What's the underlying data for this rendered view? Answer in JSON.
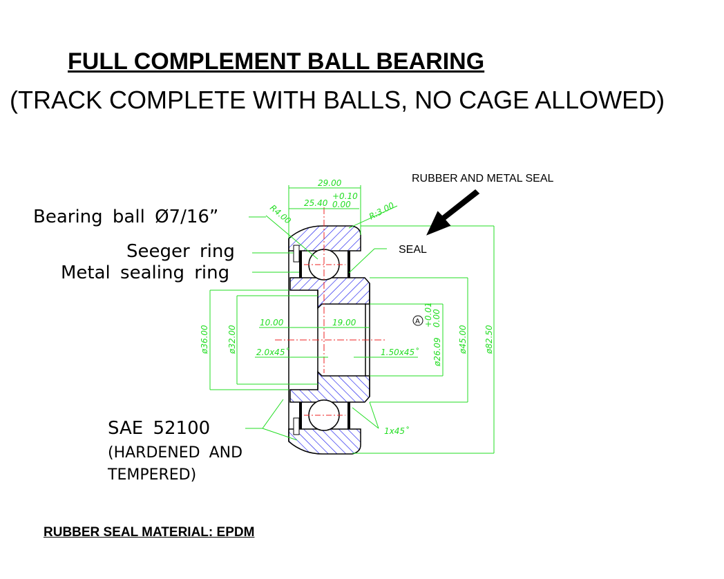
{
  "title": "FULL COMPLEMENT BALL BEARING",
  "subtitle": "(TRACK COMPLETE WITH BALLS, NO CAGE ALLOWED)",
  "callouts": {
    "ball": "Bearing ball Ø7/16”",
    "seeger": "Seeger ring",
    "metal": "Metal sealing ring",
    "sae": "SAE 52100",
    "hardened1": "(HARDENED AND",
    "hardened2": "TEMPERED)",
    "rubber_metal": "RUBBER AND METAL SEAL",
    "seal": "SEAL"
  },
  "dimensions": {
    "width_total": "29.00",
    "width_inner": "25.40",
    "tol_upper": "+0.10",
    "tol_lower": "0.00",
    "r4": "R4.00",
    "r3": "R:3.00",
    "d36": "ø36.00",
    "d32": "ø32.00",
    "l10": "10.00",
    "l19": "19.00",
    "ch2": "2.0x45˚",
    "ch150": "1.50x45˚",
    "d2609": "ø26.09",
    "tol2_upper": "+0.01",
    "tol2_lower": "0.00",
    "d45": "ø45.00",
    "d8250": "ø82.50",
    "ch1": "1x45˚",
    "datum": "A"
  },
  "footer": "RUBBER SEAL MATERIAL: EPDM",
  "colors": {
    "dimension": "#22dd22",
    "hatch": "#1a1aee",
    "centerline": "#ee2222"
  }
}
